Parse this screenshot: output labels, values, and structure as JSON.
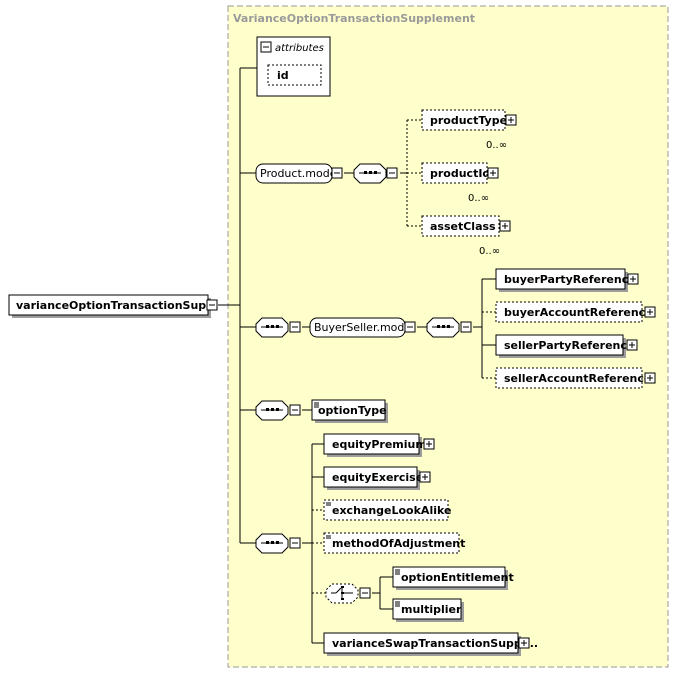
{
  "diagram": {
    "complex_type_title": "VarianceOptionTransactionSupplement",
    "root_element": "varianceOptionTransactionSup...",
    "attributes": {
      "header": "attributes",
      "items": [
        "id"
      ]
    },
    "product_model": {
      "group": "Product.model",
      "children": [
        {
          "name": "productType",
          "occurs": "0..∞"
        },
        {
          "name": "productId",
          "occurs": "0..∞"
        },
        {
          "name": "assetClass",
          "occurs": "0..∞"
        }
      ]
    },
    "buyer_seller_model": {
      "group": "BuyerSeller.model",
      "children": [
        {
          "name": "buyerPartyReference"
        },
        {
          "name": "buyerAccountReference"
        },
        {
          "name": "sellerPartyReference"
        },
        {
          "name": "sellerAccountReference"
        }
      ]
    },
    "option_type": "optionType",
    "sequence_children": {
      "equity_premium": "equityPremium",
      "equity_exercise": "equityExercise",
      "exchange_look_alike": "exchangeLookAlike",
      "method_of_adjustment": "methodOfAdjustment",
      "choice_children": [
        "optionEntitlement",
        "multiplier"
      ],
      "variance_swap": "varianceSwapTransactionSuppl..."
    }
  }
}
